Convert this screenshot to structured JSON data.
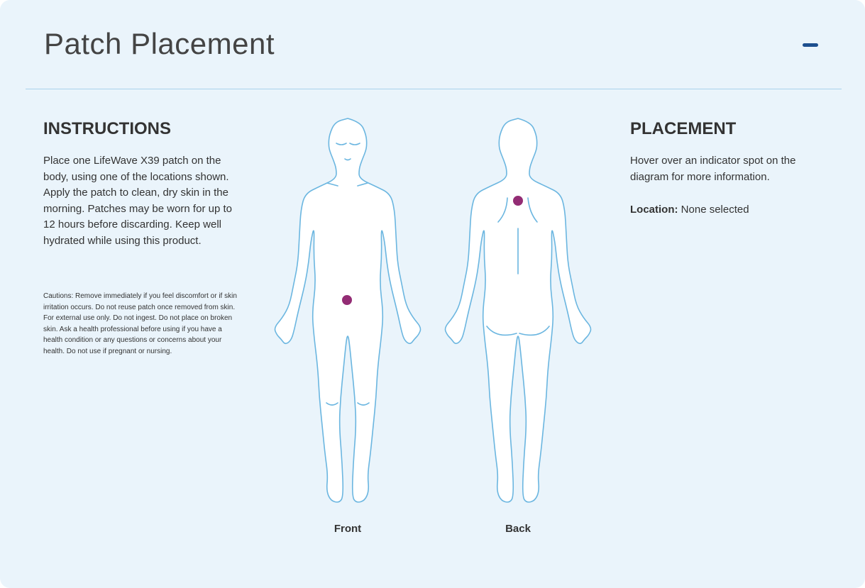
{
  "header": {
    "title": "Patch Placement",
    "collapse_icon": "minus-icon"
  },
  "instructions": {
    "heading": "INSTRUCTIONS",
    "body": "Place one LifeWave X39 patch on the body, using one of the locations shown. Apply the patch to clean, dry skin in the morning. Patches may be worn for up to 12 hours before discarding. Keep well hydrated while using this product.",
    "cautions": "Cautions: Remove immediately if you feel discomfort or if skin irritation occurs. Do not reuse patch once removed from skin. For external use only. Do not ingest. Do not place on broken skin. Ask a health professional before using if you have a health condition or any questions or concerns about your health. Do not use if pregnant or nursing."
  },
  "diagram": {
    "front_label": "Front",
    "back_label": "Back",
    "outline_color": "#6bb6e0",
    "indicator_color": "#932c74"
  },
  "placement": {
    "heading": "PLACEMENT",
    "body": "Hover over an indicator spot on the diagram for more information.",
    "location_label": "Location:",
    "location_value": "None selected"
  }
}
